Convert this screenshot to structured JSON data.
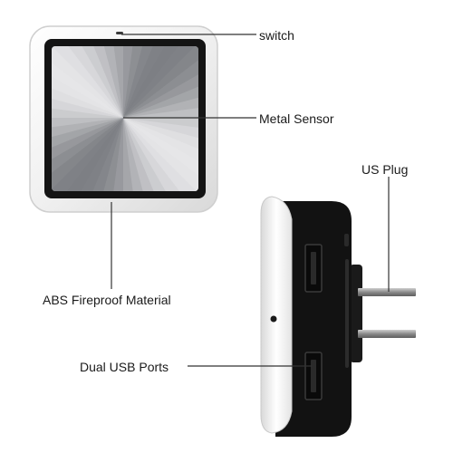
{
  "labels": {
    "switch": "switch",
    "metal_sensor": "Metal Sensor",
    "us_plug": "US Plug",
    "abs_material": "ABS Fireproof Material",
    "usb_ports": "Dual USB Ports"
  },
  "colors": {
    "body_white": "#f4f4f4",
    "bezel_black": "#141414",
    "metal_light": "#e6e6e8",
    "metal_dark": "#7d7f84",
    "leader_line": "#333333",
    "prong": "#9a9a9a"
  }
}
